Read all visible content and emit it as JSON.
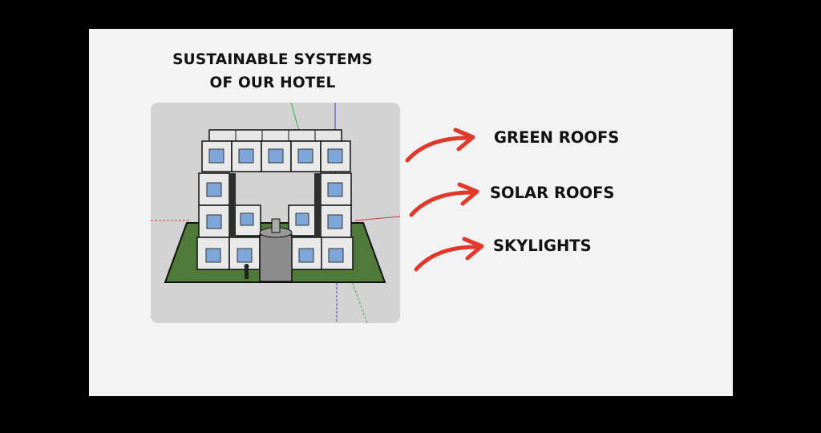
{
  "slide": {
    "title_lines": [
      "SUSTAINABLE SYSTEMS",
      "OF OUR HOTEL"
    ],
    "features": [
      "GREEN ROOFS",
      "SOLAR ROOFS",
      "SKYLIGHTS"
    ],
    "colors": {
      "background": "#000000",
      "slide": "#f3f3f3",
      "arrow": "#e0382b",
      "grass": "#4f7a3a",
      "window": "#7fa6d8"
    },
    "icons": {
      "arrow": "curved-red-arrow",
      "illustration": "hotel-3d-model"
    }
  }
}
